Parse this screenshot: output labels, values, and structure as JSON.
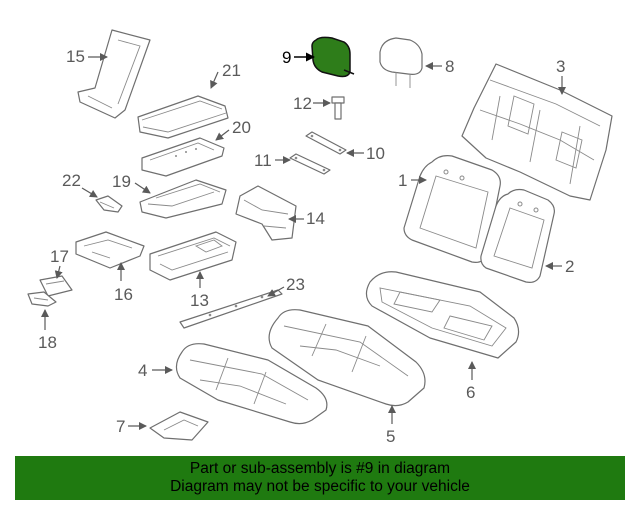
{
  "callouts": {
    "c1": "1",
    "c2": "2",
    "c3": "3",
    "c4": "4",
    "c5": "5",
    "c6": "6",
    "c7": "7",
    "c8": "8",
    "c9": "9",
    "c10": "10",
    "c11": "11",
    "c12": "12",
    "c13": "13",
    "c14": "14",
    "c15": "15",
    "c16": "16",
    "c17": "17",
    "c18": "18",
    "c19": "19",
    "c20": "20",
    "c21": "21",
    "c22": "22",
    "c23": "23"
  },
  "highlight": {
    "part": "9",
    "color": "#2e7d1a"
  },
  "banner": {
    "line1": "Part or sub-assembly is #9 in diagram",
    "line2": "Diagram may not be specific to your vehicle",
    "color": "#1f7a10"
  }
}
